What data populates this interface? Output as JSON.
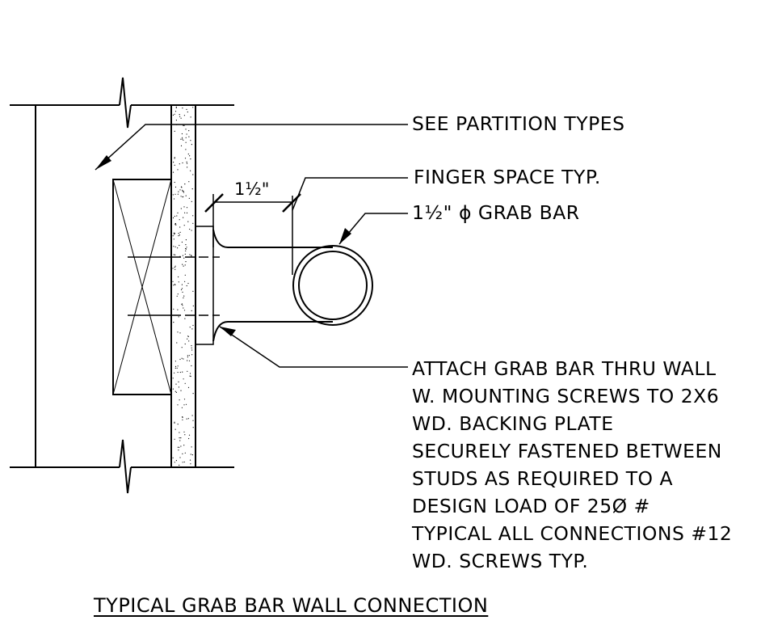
{
  "labels": {
    "partition": "SEE PARTITION TYPES",
    "finger_space": "FINGER SPACE TYP.",
    "grab_bar": "1½\" ɸ GRAB BAR",
    "attach_note": [
      "ATTACH GRAB BAR THRU WALL",
      "W. MOUNTING SCREWS TO 2X6",
      "WD. BACKING PLATE",
      "SECURELY FASTENED BETWEEN",
      "STUDS AS REQUIRED TO A",
      "DESIGN LOAD OF 25Ø #",
      "TYPICAL ALL CONNECTIONS #12",
      "WD. SCREWS TYP."
    ]
  },
  "dimension": "1½\"",
  "title": "TYPICAL GRAB BAR WALL CONNECTION"
}
